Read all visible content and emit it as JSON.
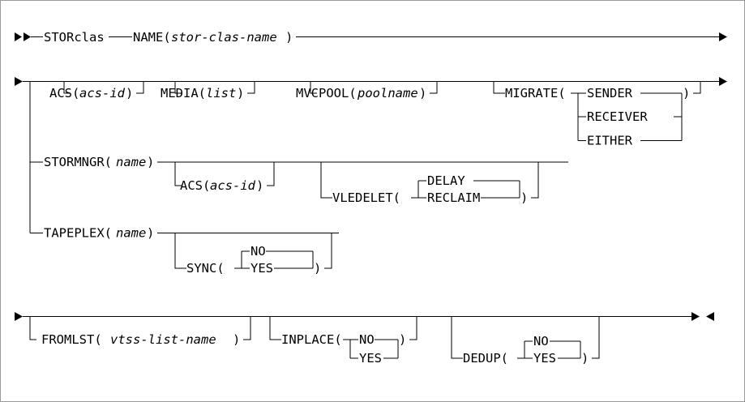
{
  "diagram": {
    "type": "railroad-syntax-diagram",
    "command": "STORclas",
    "line_color": "#000000",
    "background_color": "#ffffff",
    "border_color": "#9a9a9a",
    "markers": {
      "start": "►►",
      "continue_right": "►",
      "continue_left": "►",
      "end": "►◄"
    },
    "rows": [
      {
        "id": "row-1",
        "required": [
          {
            "label": "STORclas",
            "kind": "keyword"
          },
          {
            "label": "NAME(",
            "kind": "keyword",
            "arg": "stor-clas-name",
            "close": ")"
          }
        ]
      },
      {
        "id": "row-2",
        "optional": [
          {
            "label": "ACS(",
            "arg": "acs-id",
            "close": ")"
          },
          {
            "label": "MEDIA(",
            "arg": "list",
            "close": ")"
          },
          {
            "label": "MVCPOOL(",
            "arg": "poolname",
            "close": ")"
          },
          {
            "label": "MIGRATE(",
            "close": ")",
            "choices": [
              "SENDER",
              "RECEIVER",
              "EITHER"
            ],
            "default": "SENDER"
          }
        ]
      },
      {
        "id": "row-3",
        "branch": {
          "label": "STORMNGR(",
          "arg": "name",
          "close": ")"
        },
        "optional": [
          {
            "label": "ACS(",
            "arg": "acs-id",
            "close": ")"
          },
          {
            "label": "VLEDELET(",
            "close": ")",
            "choices": [
              "DELAY",
              "RECLAIM"
            ],
            "default": "DELAY"
          }
        ]
      },
      {
        "id": "row-4",
        "branch": {
          "label": "TAPEPLEX(",
          "arg": "name",
          "close": ")"
        },
        "optional": [
          {
            "label": "SYNC(",
            "close": ")",
            "choices": [
              "NO",
              "YES"
            ],
            "default": "NO"
          }
        ]
      },
      {
        "id": "row-5",
        "optional": [
          {
            "label": "FROMLST(",
            "arg": "vtss-list-name",
            "close": ")"
          },
          {
            "label": "INPLACE(",
            "close": ")",
            "choices": [
              "NO",
              "YES"
            ],
            "default": "NO"
          },
          {
            "label": "DEDUP(",
            "close": ")",
            "choices": [
              "NO",
              "YES"
            ],
            "default": "NO"
          }
        ]
      }
    ],
    "labels": {
      "storclas": "STORclas",
      "name_open": "NAME(",
      "stor_clas_name": "stor-clas-name",
      "paren_close": ")",
      "acs_open": "ACS(",
      "acs_id": "acs-id",
      "media_open": "MEDIA(",
      "list": "list",
      "mvcpool_open": "MVCPOOL(",
      "poolname": "poolname",
      "migrate_open": "MIGRATE(",
      "sender": "SENDER",
      "receiver": "RECEIVER",
      "either": "EITHER",
      "stormngr_open": "STORMNGR(",
      "name_var": "name",
      "acs_open_2": "ACS(",
      "acs_id_2": "acs-id",
      "vledelet_open": "VLEDELET(",
      "delay": "DELAY",
      "reclaim": "RECLAIM",
      "tapeplex_open": "TAPEPLEX(",
      "name_var_2": "name",
      "sync_open": "SYNC(",
      "sync_no": "NO",
      "sync_yes": "YES",
      "fromlst_open": "FROMLST(",
      "vtss_list_name": "vtss-list-name",
      "inplace_open": "INPLACE(",
      "inplace_no": "NO",
      "inplace_yes": "YES",
      "dedup_open": "DEDUP(",
      "dedup_no": "NO",
      "dedup_yes": "YES"
    }
  }
}
